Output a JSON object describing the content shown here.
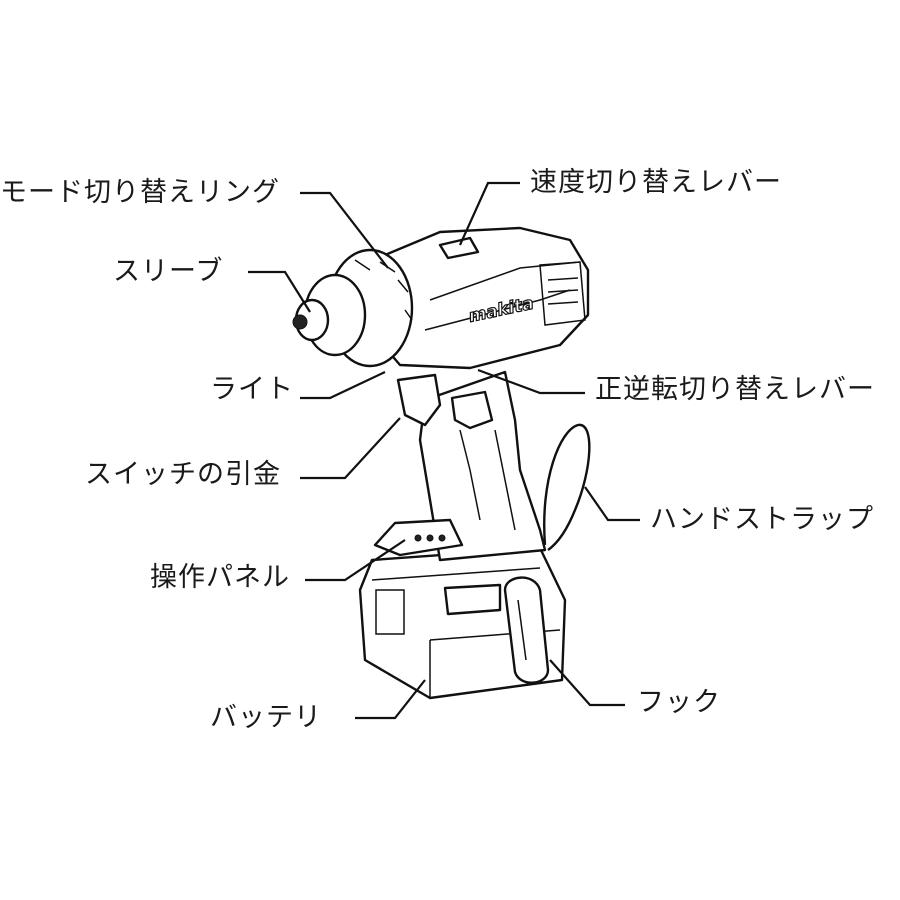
{
  "title": "Impact driver part names",
  "logo": "makita",
  "labels": {
    "mode_ring": "モード切り替えリング",
    "speed_lever": "速度切り替えレバー",
    "sleeve": "スリーブ",
    "light": "ライト",
    "reverse_lever": "正逆転切り替えレバー",
    "trigger": "スイッチの引金",
    "hand_strap": "ハンドストラップ",
    "panel": "操作パネル",
    "hook": "フック",
    "battery": "バッテリ"
  }
}
